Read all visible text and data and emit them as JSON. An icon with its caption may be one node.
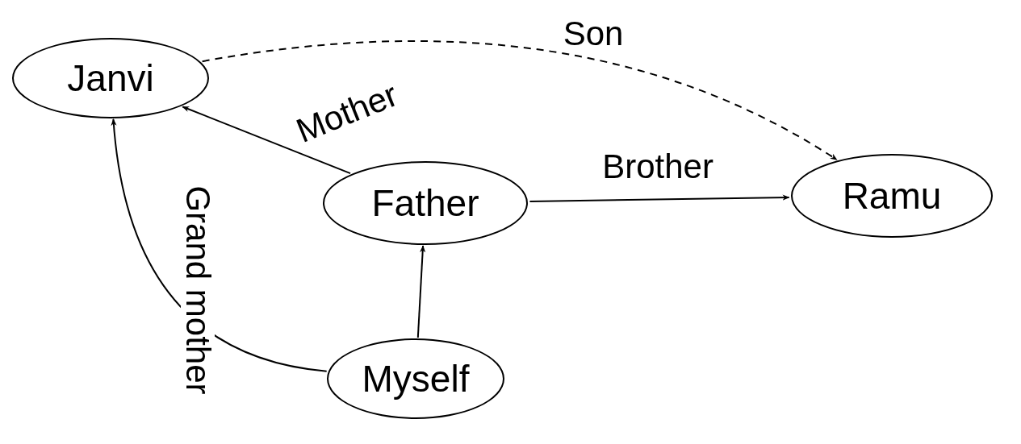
{
  "diagram": {
    "nodes": [
      {
        "text": [
          "Janvi"
        ]
      },
      {
        "text": [
          "Father"
        ]
      },
      {
        "text": [
          "Ramu"
        ]
      },
      {
        "text": [
          "Myself"
        ]
      }
    ],
    "edges": [
      {
        "from": 1,
        "to": 0,
        "arrow": "to",
        "label": "Mother"
      },
      {
        "from": 1,
        "to": 2,
        "arrow": "to",
        "label": "Brother"
      },
      {
        "from": 3,
        "to": 1,
        "arrow": "to"
      },
      {
        "from": 3,
        "to": 0,
        "arrow": "to",
        "label": "Grand mother"
      },
      {
        "from": 0,
        "to": 2,
        "arrow": "to",
        "label": "Son",
        "style": "dashed"
      }
    ]
  }
}
